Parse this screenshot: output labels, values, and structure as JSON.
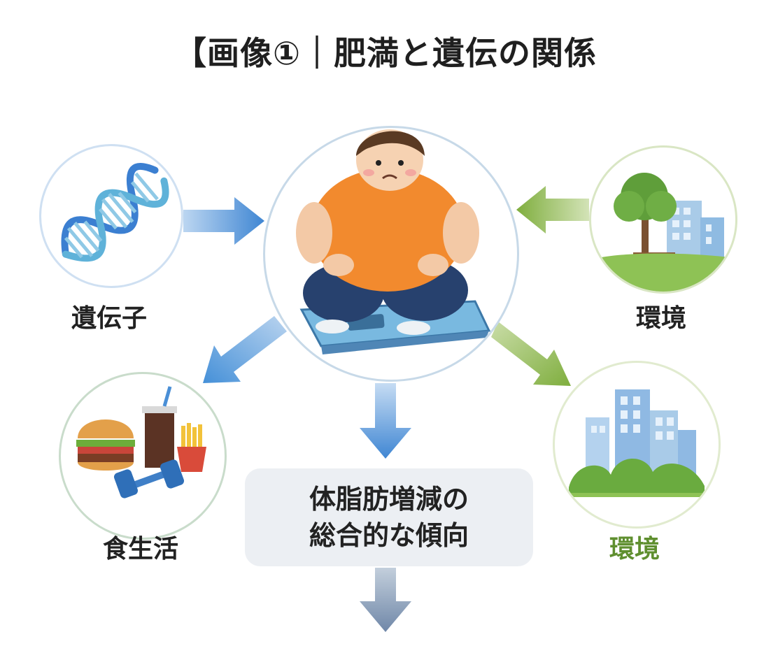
{
  "title": "【画像①｜肥満と遺伝の関係",
  "nodes": {
    "genes": "遺伝子",
    "environment_top": "環境",
    "diet": "食生活",
    "environment_bottom": "環境"
  },
  "result": {
    "line1": "体脂肪増減の",
    "line2": "総合的な傾向"
  },
  "colors": {
    "blue_arrow": "#4a8fd6",
    "green_arrow": "#8ab34a",
    "gray_arrow": "#6f87a8",
    "env_label_green": "#5f8f2f"
  }
}
